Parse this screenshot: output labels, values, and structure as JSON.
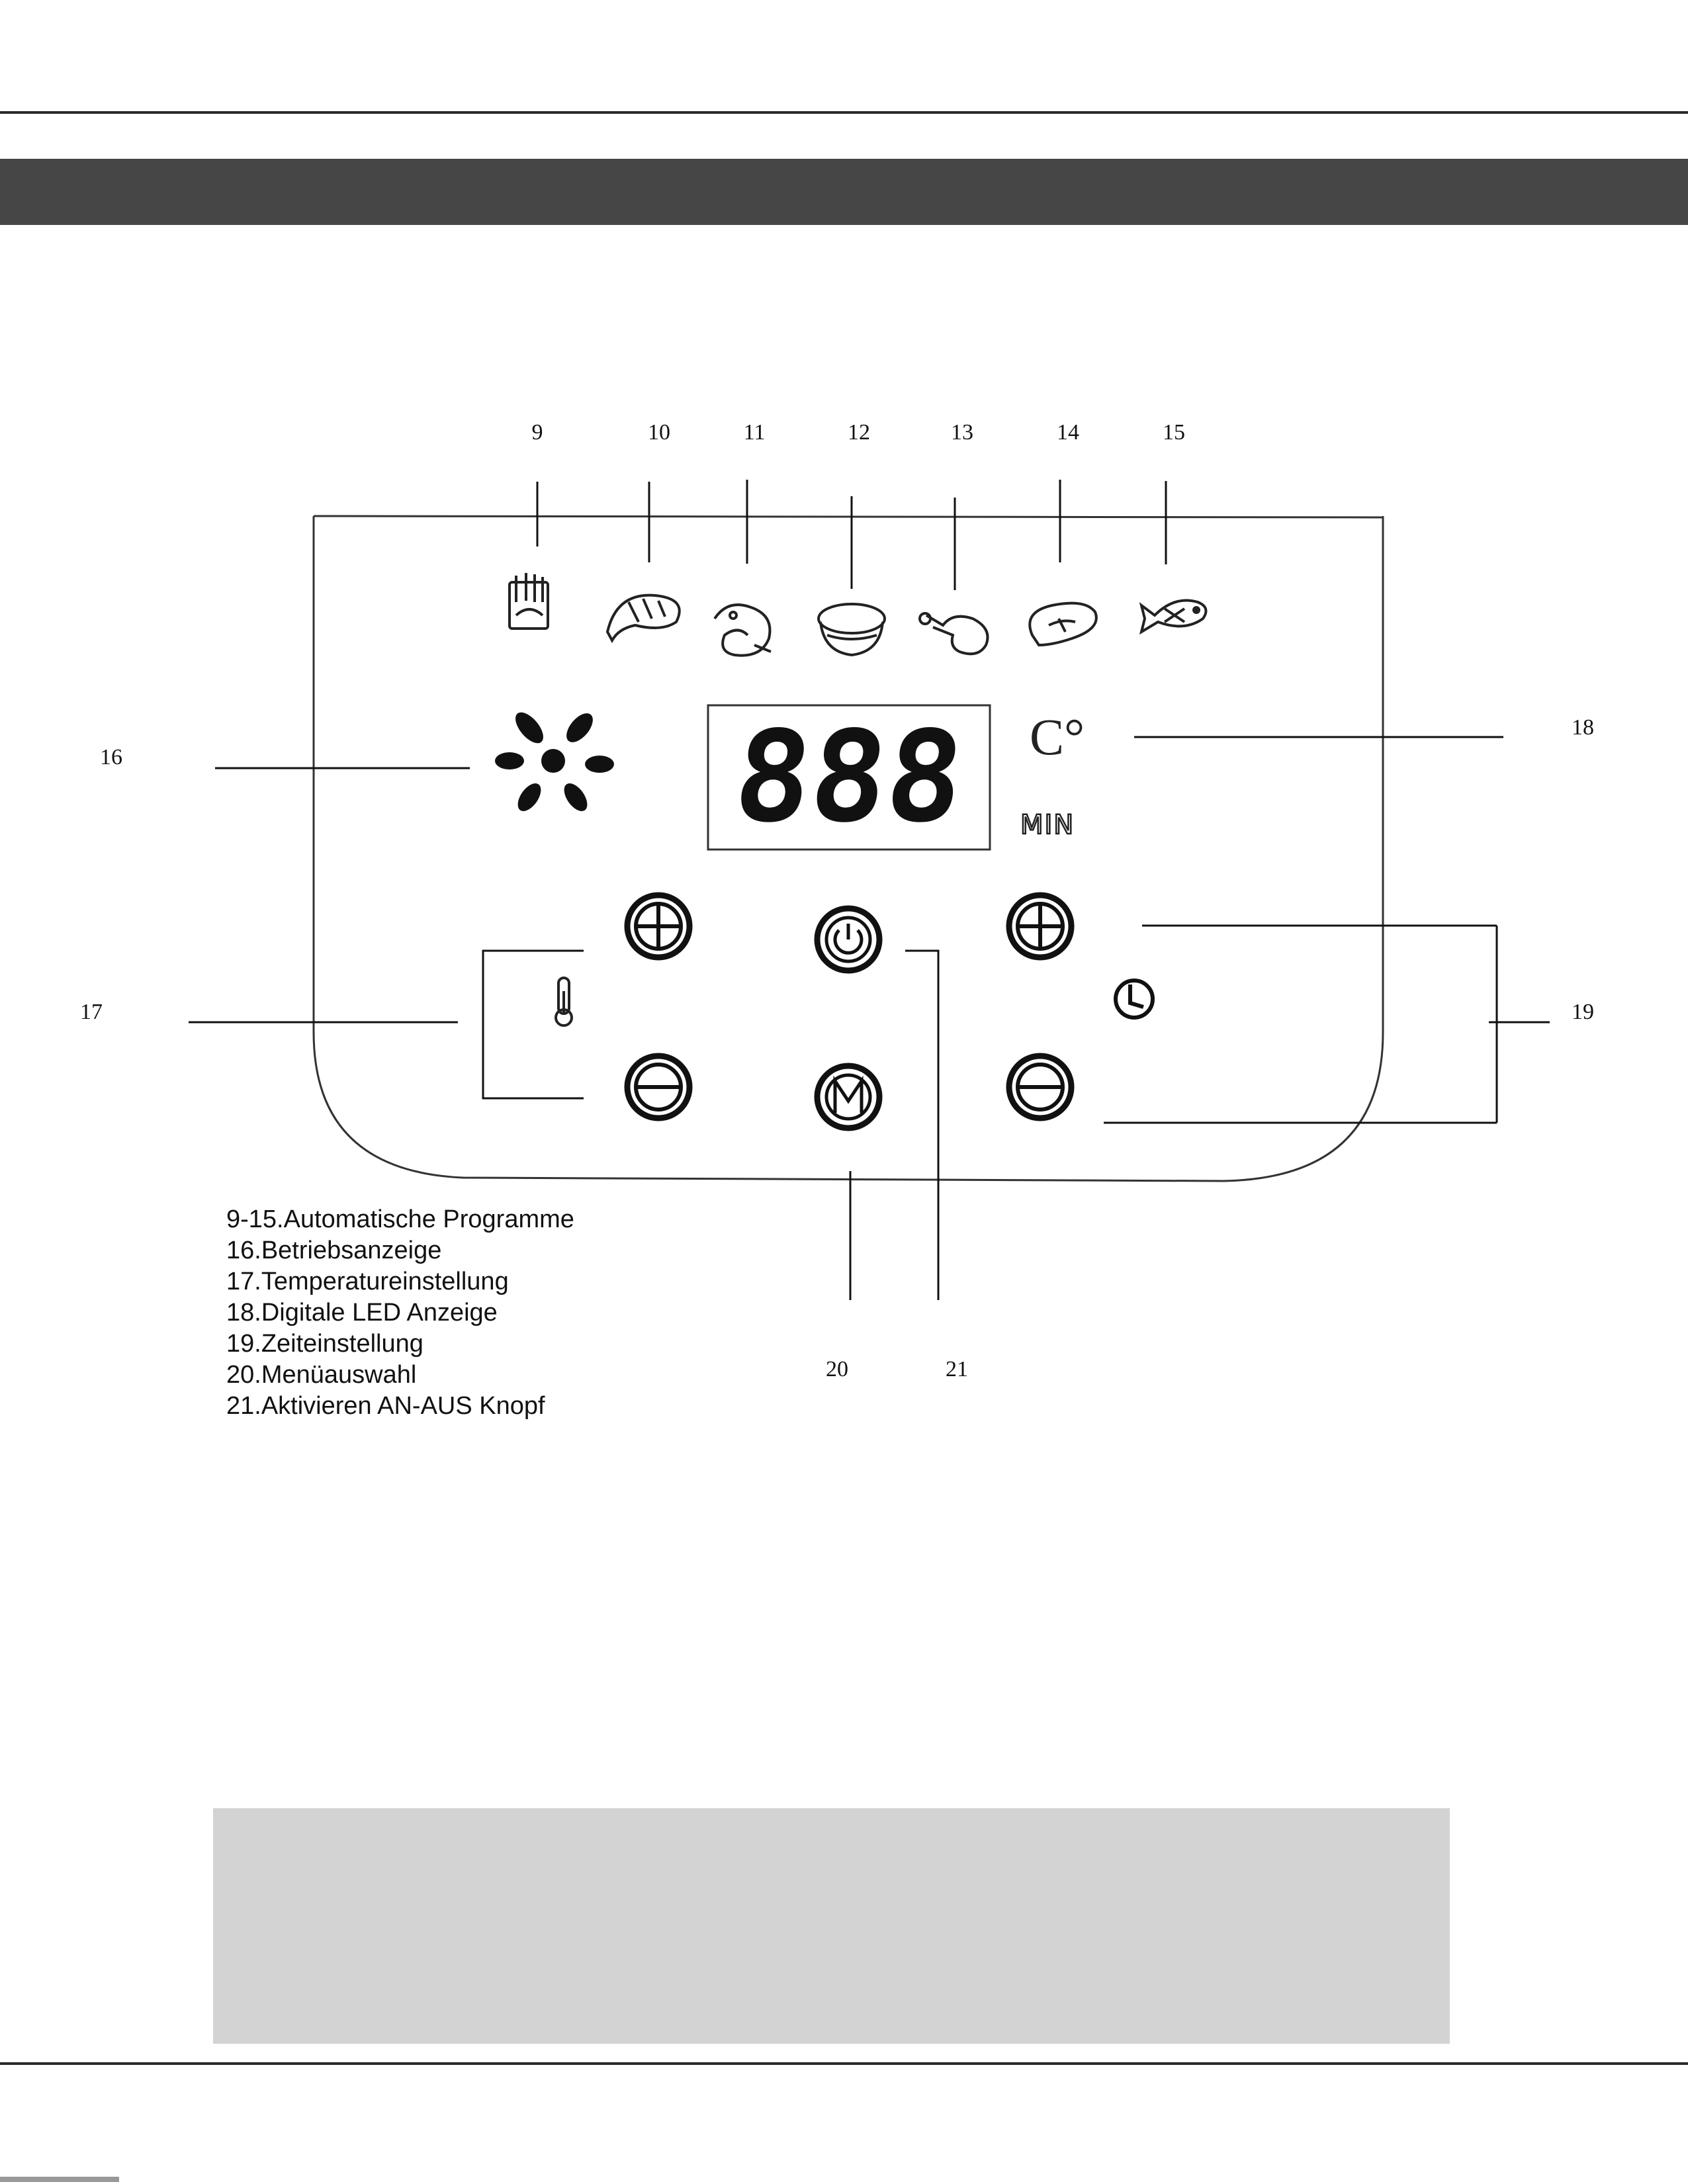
{
  "callouts": {
    "n9": "9",
    "n10": "10",
    "n11": "11",
    "n12": "12",
    "n13": "13",
    "n14": "14",
    "n15": "15",
    "n16": "16",
    "n17": "17",
    "n18": "18",
    "n19": "19",
    "n20": "20",
    "n21": "21"
  },
  "display": {
    "digits": "888",
    "celsius": "C°",
    "min": "MIN"
  },
  "legend": [
    "9-15.Automatische Programme",
    "16.Betriebsanzeige",
    "17.Temperatureinstellung",
    "18.Digitale LED Anzeige",
    "19.Zeiteinstellung",
    "20.Menüauswahl",
    "21.Aktivieren AN-AUS Knopf"
  ],
  "icons": {
    "program_icons": [
      "fries-icon",
      "bread-icon",
      "shrimp-icon",
      "cake-icon",
      "chicken-leg-icon",
      "steak-icon",
      "fish-icon"
    ],
    "fan": "fan-icon",
    "thermometer": "thermometer-icon",
    "clock": "clock-icon",
    "power": "power-icon",
    "menu": "menu-m-icon",
    "plus": "plus-icon",
    "minus": "minus-icon"
  },
  "colors": {
    "banner": "#464646",
    "rule": "#2a2a2a",
    "note_box": "#d3d3d3"
  }
}
